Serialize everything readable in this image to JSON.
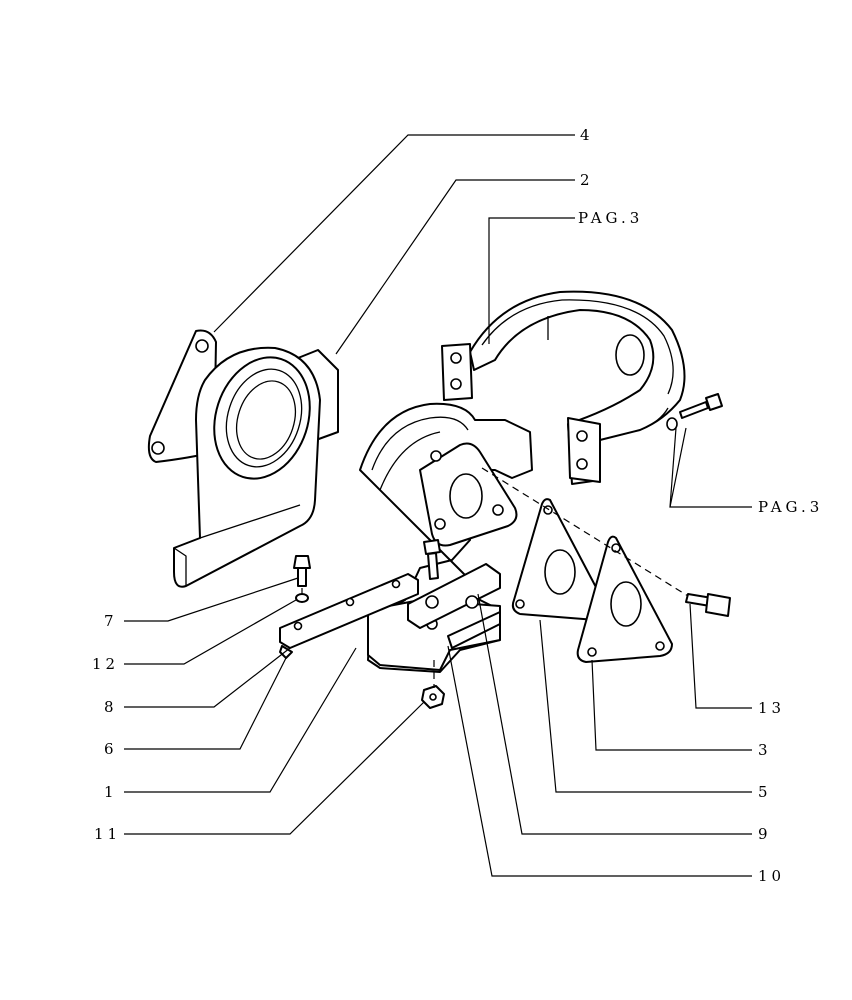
{
  "callouts": {
    "c4": "4",
    "c2": "2",
    "pag_top": "PAG.3",
    "pag_right": "PAG.3",
    "c7": "7",
    "c12": "12",
    "c8": "8",
    "c6": "6",
    "c1": "1",
    "c11": "11",
    "c13": "13",
    "c3": "3",
    "c5": "5",
    "c9": "9",
    "c10": "10"
  }
}
